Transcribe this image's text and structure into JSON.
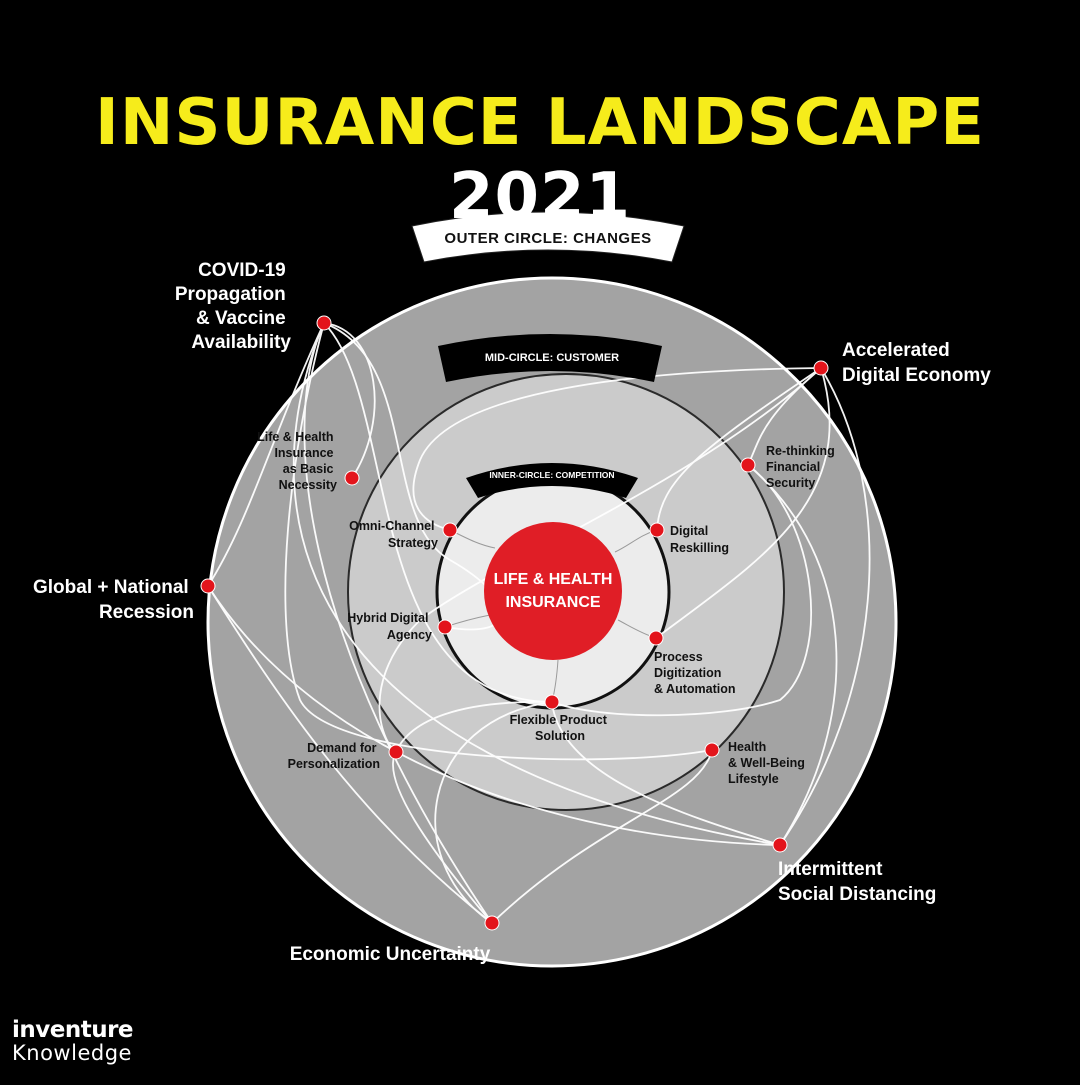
{
  "title": {
    "part1": "INSURANCE LANDSCAPE",
    "part2": "2021"
  },
  "circles": {
    "outer_label": "OUTER CIRCLE: CHANGES",
    "mid_label": "MID-CIRCLE: CUSTOMER",
    "inner_label": "INNER-CIRCLE: COMPETITION",
    "core_line1": "LIFE & HEALTH",
    "core_line2": "INSURANCE"
  },
  "colors": {
    "title_yellow": "#f6ec1b",
    "core_red": "#e01e26",
    "dot_red": "#e3141b",
    "outer_ring": "#a3a3a3",
    "mid_ring": "#cbcbcb",
    "inner_ring": "#ececec"
  },
  "outer_nodes": [
    {
      "id": "covid",
      "lines": [
        "COVID-19",
        "Propagation",
        "& Vaccine",
        "Availability"
      ]
    },
    {
      "id": "digital-economy",
      "lines": [
        "Accelerated",
        "Digital Economy"
      ]
    },
    {
      "id": "recession",
      "lines": [
        "Global + National",
        "Recession"
      ]
    },
    {
      "id": "social-distancing",
      "lines": [
        "Intermittent",
        "Social Distancing"
      ]
    },
    {
      "id": "economic-uncertainty",
      "lines": [
        "Economic Uncertainty"
      ]
    }
  ],
  "mid_nodes": [
    {
      "id": "basic-necessity",
      "lines": [
        "Life & Health",
        "Insurance",
        "as Basic",
        "Necessity"
      ]
    },
    {
      "id": "financial-security",
      "lines": [
        "Re-thinking",
        "Financial",
        "Security"
      ]
    },
    {
      "id": "personalization",
      "lines": [
        "Demand for",
        "Personalization"
      ]
    },
    {
      "id": "wellbeing",
      "lines": [
        "Health",
        "& Well-Being",
        "Lifestyle"
      ]
    }
  ],
  "inner_nodes": [
    {
      "id": "omni-channel",
      "lines": [
        "Omni-Channel",
        "Strategy"
      ]
    },
    {
      "id": "digital-reskilling",
      "lines": [
        "Digital",
        "Reskilling"
      ]
    },
    {
      "id": "hybrid-agency",
      "lines": [
        "Hybrid Digital",
        "Agency"
      ]
    },
    {
      "id": "process-digitization",
      "lines": [
        "Process",
        "Digitization",
        "& Automation"
      ]
    },
    {
      "id": "flexible-product",
      "lines": [
        "Flexible Product",
        "Solution"
      ]
    }
  ],
  "brand": {
    "line1": "inventure",
    "line2": "Knowledge"
  }
}
